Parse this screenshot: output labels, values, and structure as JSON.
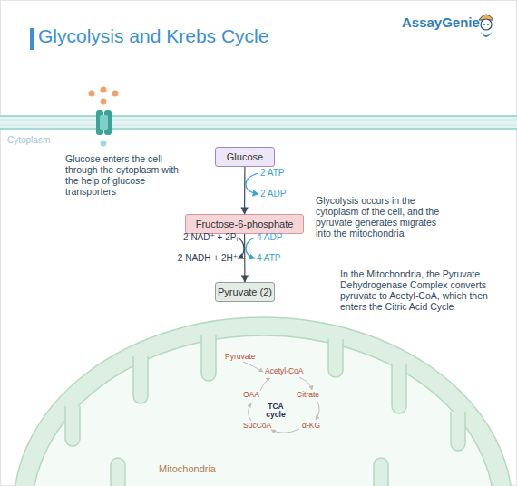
{
  "diagram": {
    "title": "Glycolysis and Krebs Cycle",
    "nodes": [
      {
        "text": [
          "Glucose"
        ]
      },
      {
        "text": [
          "Fructose-6-phosphate"
        ]
      },
      {
        "text": [
          "Pyruvate (2)"
        ]
      },
      {
        "text": [
          "Mitochondria"
        ]
      }
    ],
    "edges": [
      {
        "from": 0,
        "to": 1,
        "arrow": "to"
      },
      {
        "from": 1,
        "to": 2,
        "arrow": "to"
      }
    ],
    "labels": [
      "AssayGenie",
      "Cytoplasm",
      "Glucose enters the cell through the cytoplasm with the help of glucose transporters",
      "2 ATP",
      "2 ADP",
      "Glycolysis occurs in the cytoplasm of the cell, and the pyruvate generates migrates into the mitochondria",
      "2 NAD⁺ + 2Pᵢ",
      "4 ADP",
      "2 NADH + 2H⁺",
      "4 ATP",
      "In the Mitochondria, the Pyruvate Dehydrogenase Complex converts pyruvate to Acetyl-CoA, which then enters the Citric Acid Cycle",
      "Pyruvate",
      "Acetyl-CoA",
      "OAA",
      "Citrate",
      "TCA cycle",
      "SucCoA",
      "α-KG"
    ]
  }
}
